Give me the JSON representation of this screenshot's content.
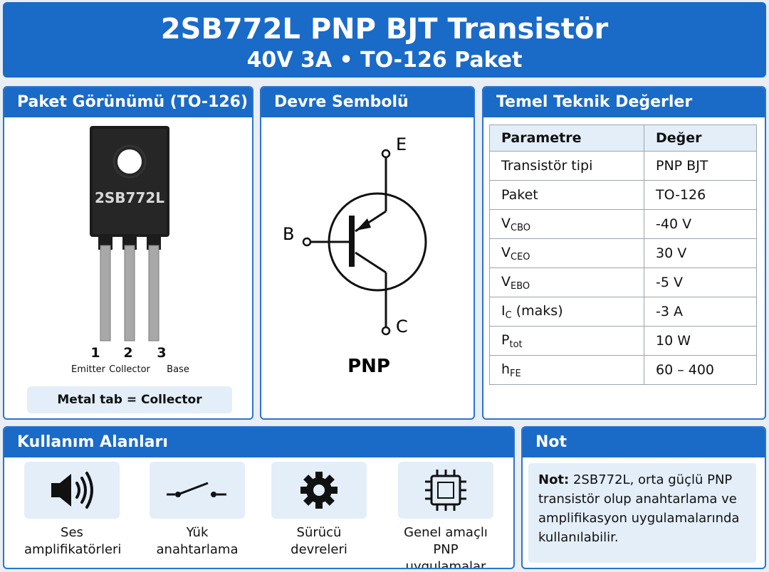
{
  "header": {
    "title": "2SB772L PNP BJT Transistör",
    "subtitle": "40V 3A • TO-126 Paket"
  },
  "package": {
    "title": "Paket Görünümü (TO-126)",
    "marking": "2SB772L",
    "pins": [
      {
        "num": "1",
        "name": "Emitter"
      },
      {
        "num": "2",
        "name": "Collector"
      },
      {
        "num": "3",
        "name": "Base"
      }
    ],
    "tab_note": "Metal tab = Collector"
  },
  "symbol": {
    "title": "Devre Sembolü",
    "label_e": "E",
    "label_b": "B",
    "label_c": "C",
    "type": "PNP"
  },
  "specs": {
    "title": "Temel Teknik Değerler",
    "col_param": "Parametre",
    "col_value": "Değer",
    "rows": [
      {
        "p": "Transistör tipi",
        "v": "PNP BJT"
      },
      {
        "p": "Paket",
        "v": "TO-126"
      },
      {
        "pm": "V",
        "ps": "CBO",
        "v": "-40 V"
      },
      {
        "pm": "V",
        "ps": "CEO",
        "v": "30 V"
      },
      {
        "pm": "V",
        "ps": "EBO",
        "v": "-5 V"
      },
      {
        "pm": "I",
        "ps": "C",
        "pt": " (maks)",
        "v": "-3 A"
      },
      {
        "pm": "P",
        "ps": "tot",
        "v": "10 W"
      },
      {
        "pm": "h",
        "ps": "FE",
        "v": "60 – 400"
      }
    ]
  },
  "usage": {
    "title": "Kullanım Alanları",
    "items": [
      {
        "icon": "speaker-icon",
        "line1": "Ses",
        "line2": "amplifikatörleri"
      },
      {
        "icon": "switch-icon",
        "line1": "Yük",
        "line2": "anahtarlama"
      },
      {
        "icon": "gear-icon",
        "line1": "Sürücü",
        "line2": "devreleri"
      },
      {
        "icon": "chip-icon",
        "line1": "Genel amaçlı",
        "line2": "PNP uygulamalar"
      }
    ]
  },
  "note": {
    "title": "Not",
    "bold": "Not:",
    "text": " 2SB772L, orta güçlü PNP transistör olup anahtarlama ve amplifikasyon uygulamalarında kullanılabilir."
  }
}
